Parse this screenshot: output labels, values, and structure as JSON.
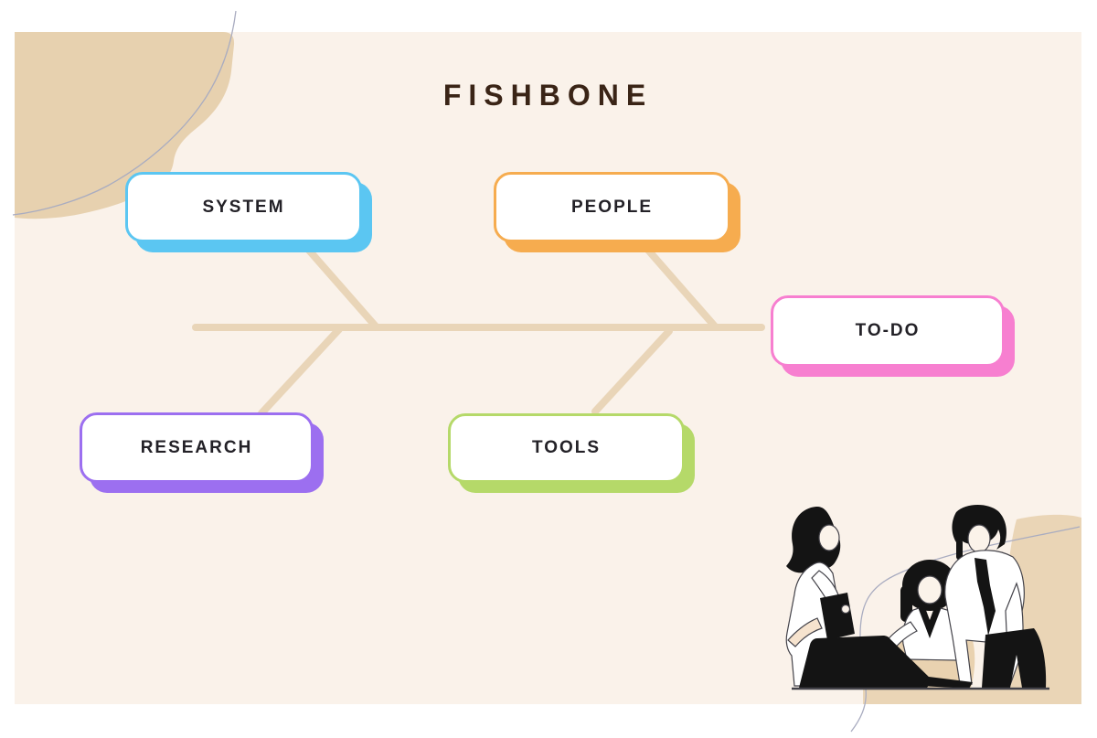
{
  "page": {
    "title": "FISHBONE",
    "background_color": "#FFFFFF",
    "canvas_color": "#FAF2EA",
    "title_color": "#3A2416"
  },
  "diagram": {
    "type": "fishbone",
    "bone_color": "#E9D5B8",
    "label_color": "#232127",
    "nodes": [
      {
        "label": "SYSTEM",
        "accent": "#5BC6F2",
        "position": "top-left"
      },
      {
        "label": "PEOPLE",
        "accent": "#F6AC4F",
        "position": "top-middle"
      },
      {
        "label": "TO-DO",
        "accent": "#F77FD0",
        "position": "spine-head-right"
      },
      {
        "label": "RESEARCH",
        "accent": "#9C6FF0",
        "position": "bottom-left"
      },
      {
        "label": "TOOLS",
        "accent": "#B5D969",
        "position": "bottom-middle"
      }
    ]
  },
  "decor": {
    "corner_blob_color": "#E7D1AF",
    "illustration_blob_color": "#EAD5B6",
    "chair_blob_color": "#E9D2B0",
    "accent_curve_color": "#A9ACC0",
    "illustration": "three colleagues collaborating around a laptop",
    "ink_color": "#141414",
    "skin_color": "#FBF3EA"
  }
}
